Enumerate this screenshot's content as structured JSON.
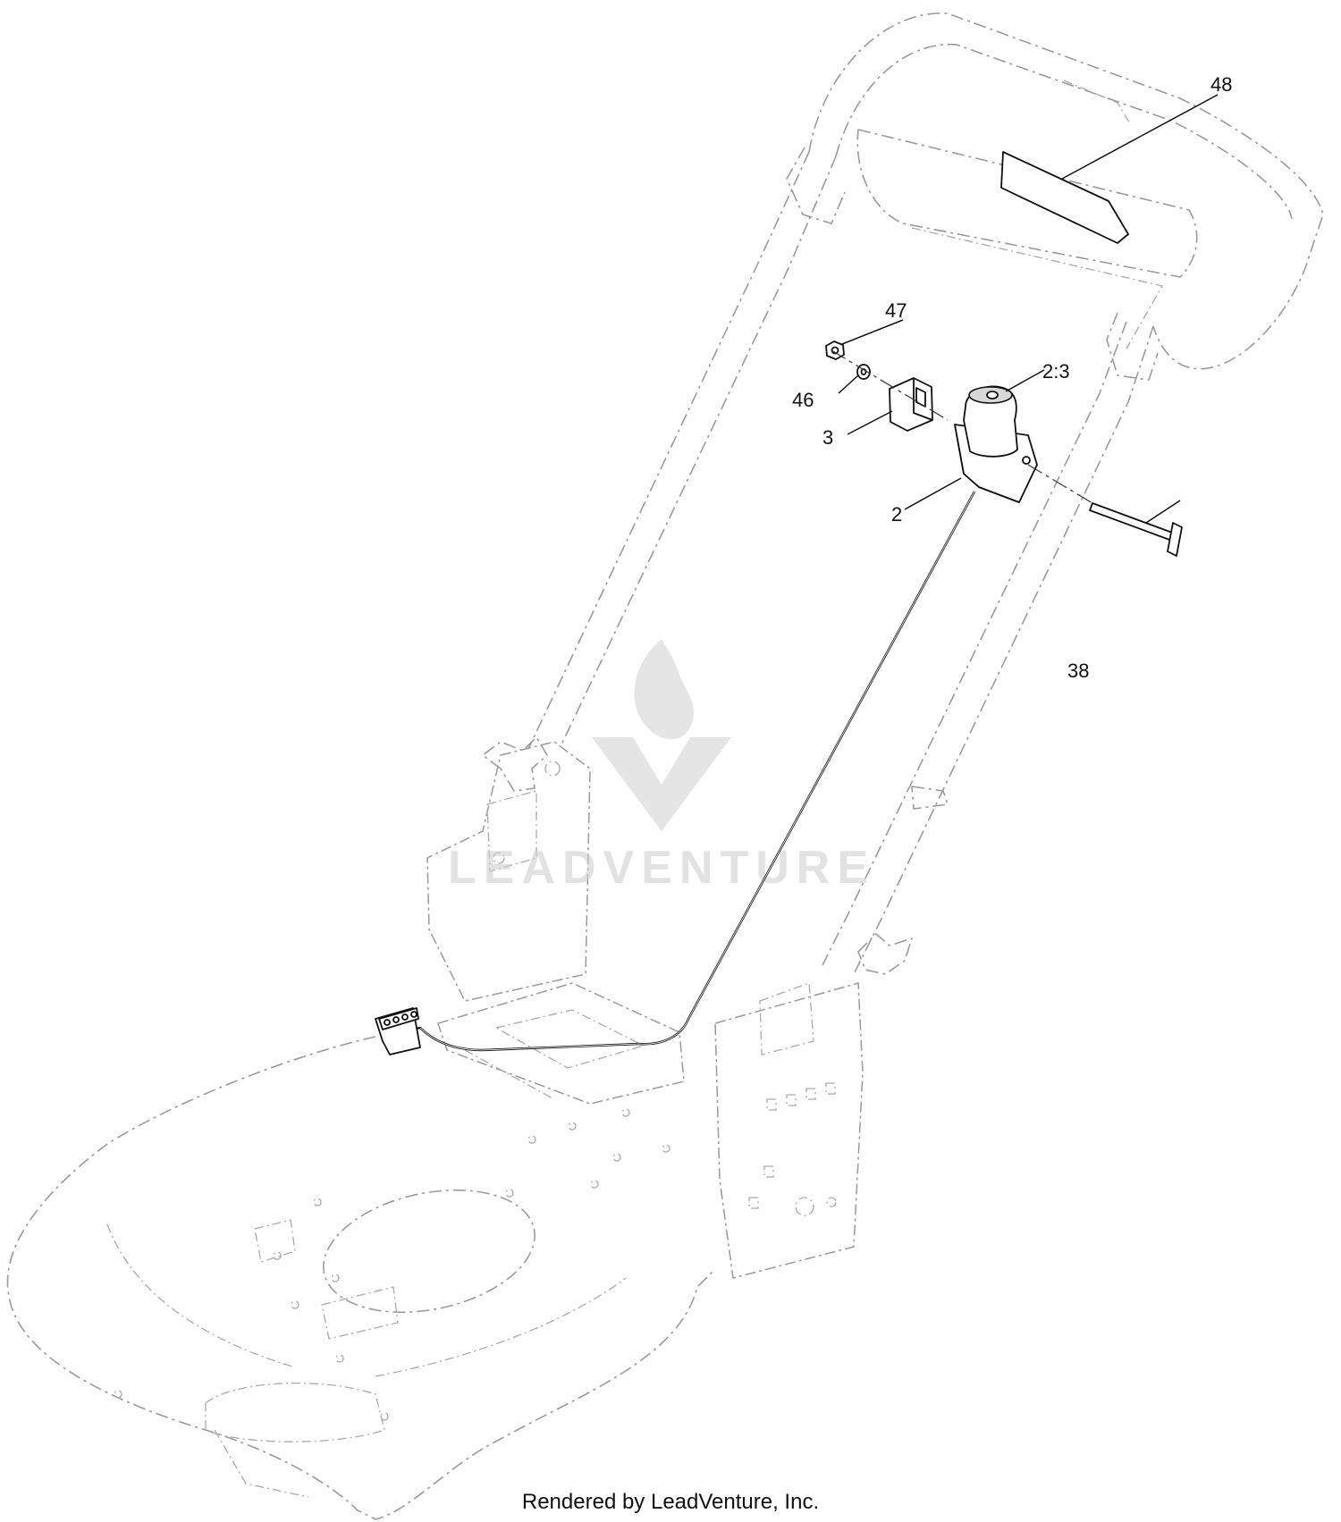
{
  "callouts": {
    "p48": "48",
    "p47": "47",
    "p46": "46",
    "p3": "3",
    "p2_3": "2:3",
    "p2": "2",
    "p38": "38"
  },
  "watermark": {
    "text": "LEADVENTURE"
  },
  "footer": {
    "text": "Rendered by LeadVenture, Inc."
  }
}
